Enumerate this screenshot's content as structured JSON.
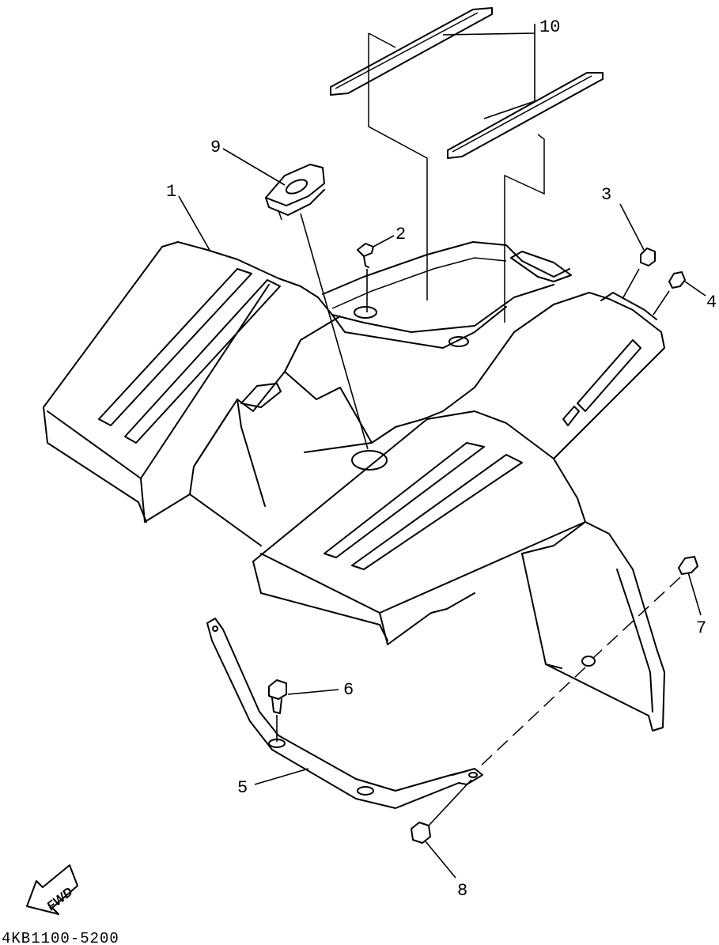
{
  "diagram": {
    "part_code": "4KB1100-5200",
    "direction_label": "FWD",
    "callouts": [
      {
        "id": "1",
        "label": "1"
      },
      {
        "id": "2",
        "label": "2"
      },
      {
        "id": "3",
        "label": "3"
      },
      {
        "id": "4",
        "label": "4"
      },
      {
        "id": "5",
        "label": "5"
      },
      {
        "id": "6",
        "label": "6"
      },
      {
        "id": "7",
        "label": "7"
      },
      {
        "id": "8",
        "label": "8"
      },
      {
        "id": "9",
        "label": "9"
      },
      {
        "id": "10",
        "label": "10"
      }
    ]
  },
  "colors": {
    "ink": "#000000",
    "paper": "#ffffff"
  }
}
